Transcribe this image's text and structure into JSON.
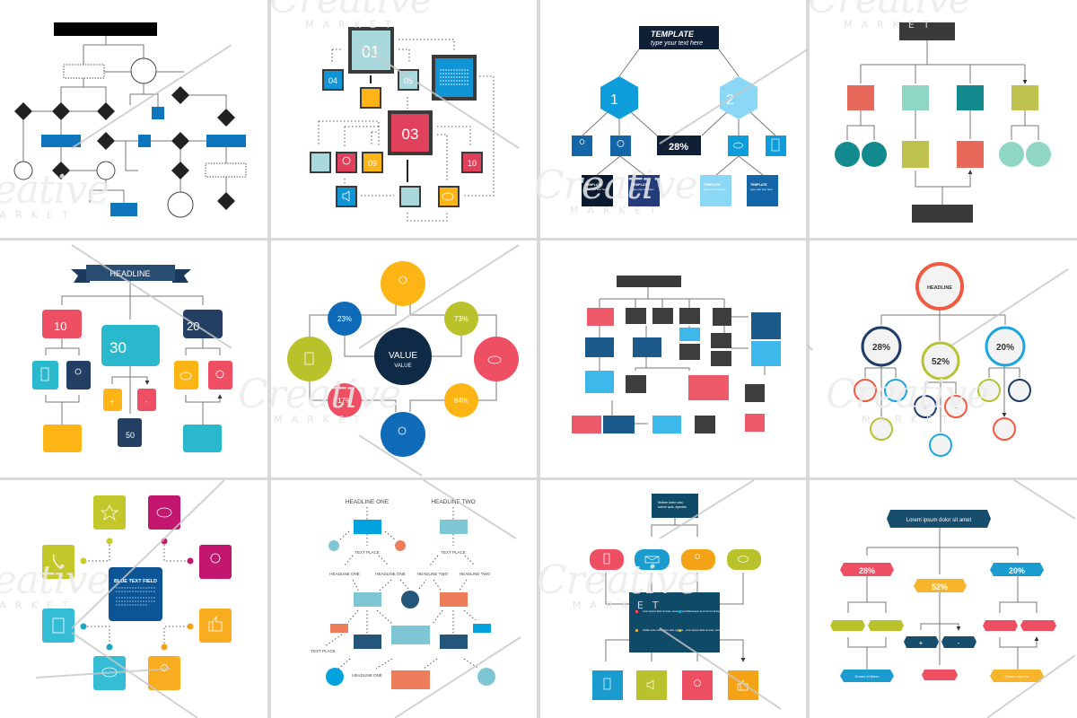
{
  "watermark": {
    "brand": "Creative",
    "sub": "MARKET"
  },
  "colors": {
    "navy": "#0e2a47",
    "blue": "#0f75bc",
    "cyan": "#0d9ddb",
    "red": "#ef4f63",
    "yellow": "#fdb515",
    "olive": "#b9c22a",
    "teal": "#2ab8cc",
    "magenta": "#c2166f"
  },
  "panel2": {
    "labels": [
      "01",
      "04",
      "05",
      "03",
      "09",
      "10"
    ]
  },
  "panel3": {
    "title": "TEMPLATE",
    "subtitle": "type your text here",
    "hex_left": "1",
    "hex_right": "2",
    "percent": "28%",
    "box_title": "TEMPLATE",
    "box_sub": "type your text here"
  },
  "panel5": {
    "headline": "HEADLINE",
    "numbers": [
      "10",
      "30",
      "20",
      "50"
    ],
    "plus": "+",
    "minus": "-"
  },
  "panel6": {
    "percents": [
      "23%",
      "73%",
      "17%",
      "84%"
    ],
    "center_title": "VALUE",
    "center_sub": "VALUE"
  },
  "panel8": {
    "headline": "HEADLINE",
    "percents": [
      "28%",
      "52%",
      "20%"
    ],
    "plus": "+",
    "minus": "-"
  },
  "panel9": {
    "title": "BLUE TEXT FIELD"
  },
  "panel10": {
    "headline_one": "HEADLINE ONE",
    "headline_two": "HEADLINE TWO",
    "text_place": "TEXT PLACE"
  },
  "panel11": {
    "header": [
      "Nullam tortor odio,",
      "rutrum quis, egestas"
    ],
    "legend": [
      "Lorem ipsum dolor sit amet, consectetuer",
      "Pellentesque at nisi ac leo fermentum",
      "Nullam tortor odio, rutrum quis, egestas",
      "Lorem ipsum dolor sit amet, consectetuer"
    ]
  },
  "panel12": {
    "header": "Lorem ipsum dolor sit amet",
    "percents": [
      "28%",
      "52%",
      "20%"
    ],
    "plus": "+",
    "minus": "-",
    "footer_left": "Donec et libero",
    "footer_right": "Donec eget est"
  }
}
